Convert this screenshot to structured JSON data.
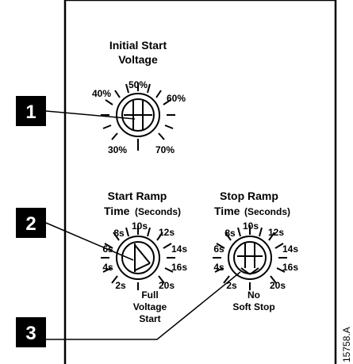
{
  "panel": {
    "dial1": {
      "title_line1": "Initial Start",
      "title_line2": "Voltage",
      "labels": [
        "40%",
        "50%",
        "60%",
        "30%",
        "70%"
      ]
    },
    "dial2": {
      "title_line1": "Start Ramp",
      "title_line2": "Time",
      "units": "(Seconds)",
      "labels": [
        "8s",
        "10s",
        "12s",
        "6s",
        "14s",
        "4s",
        "16s",
        "2s",
        "20s"
      ],
      "bottom_line1": "Full",
      "bottom_line2": "Voltage",
      "bottom_line3": "Start"
    },
    "dial3": {
      "title_line1": "Stop Ramp",
      "title_line2": "Time",
      "units": "(Seconds)",
      "labels": [
        "8s",
        "10s",
        "12s",
        "6s",
        "14s",
        "4s",
        "16s",
        "2s",
        "20s"
      ],
      "bottom_line1": "No",
      "bottom_line2": "Soft Stop"
    }
  },
  "callouts": [
    "1",
    "2",
    "3"
  ],
  "figure_id": "15758.A"
}
